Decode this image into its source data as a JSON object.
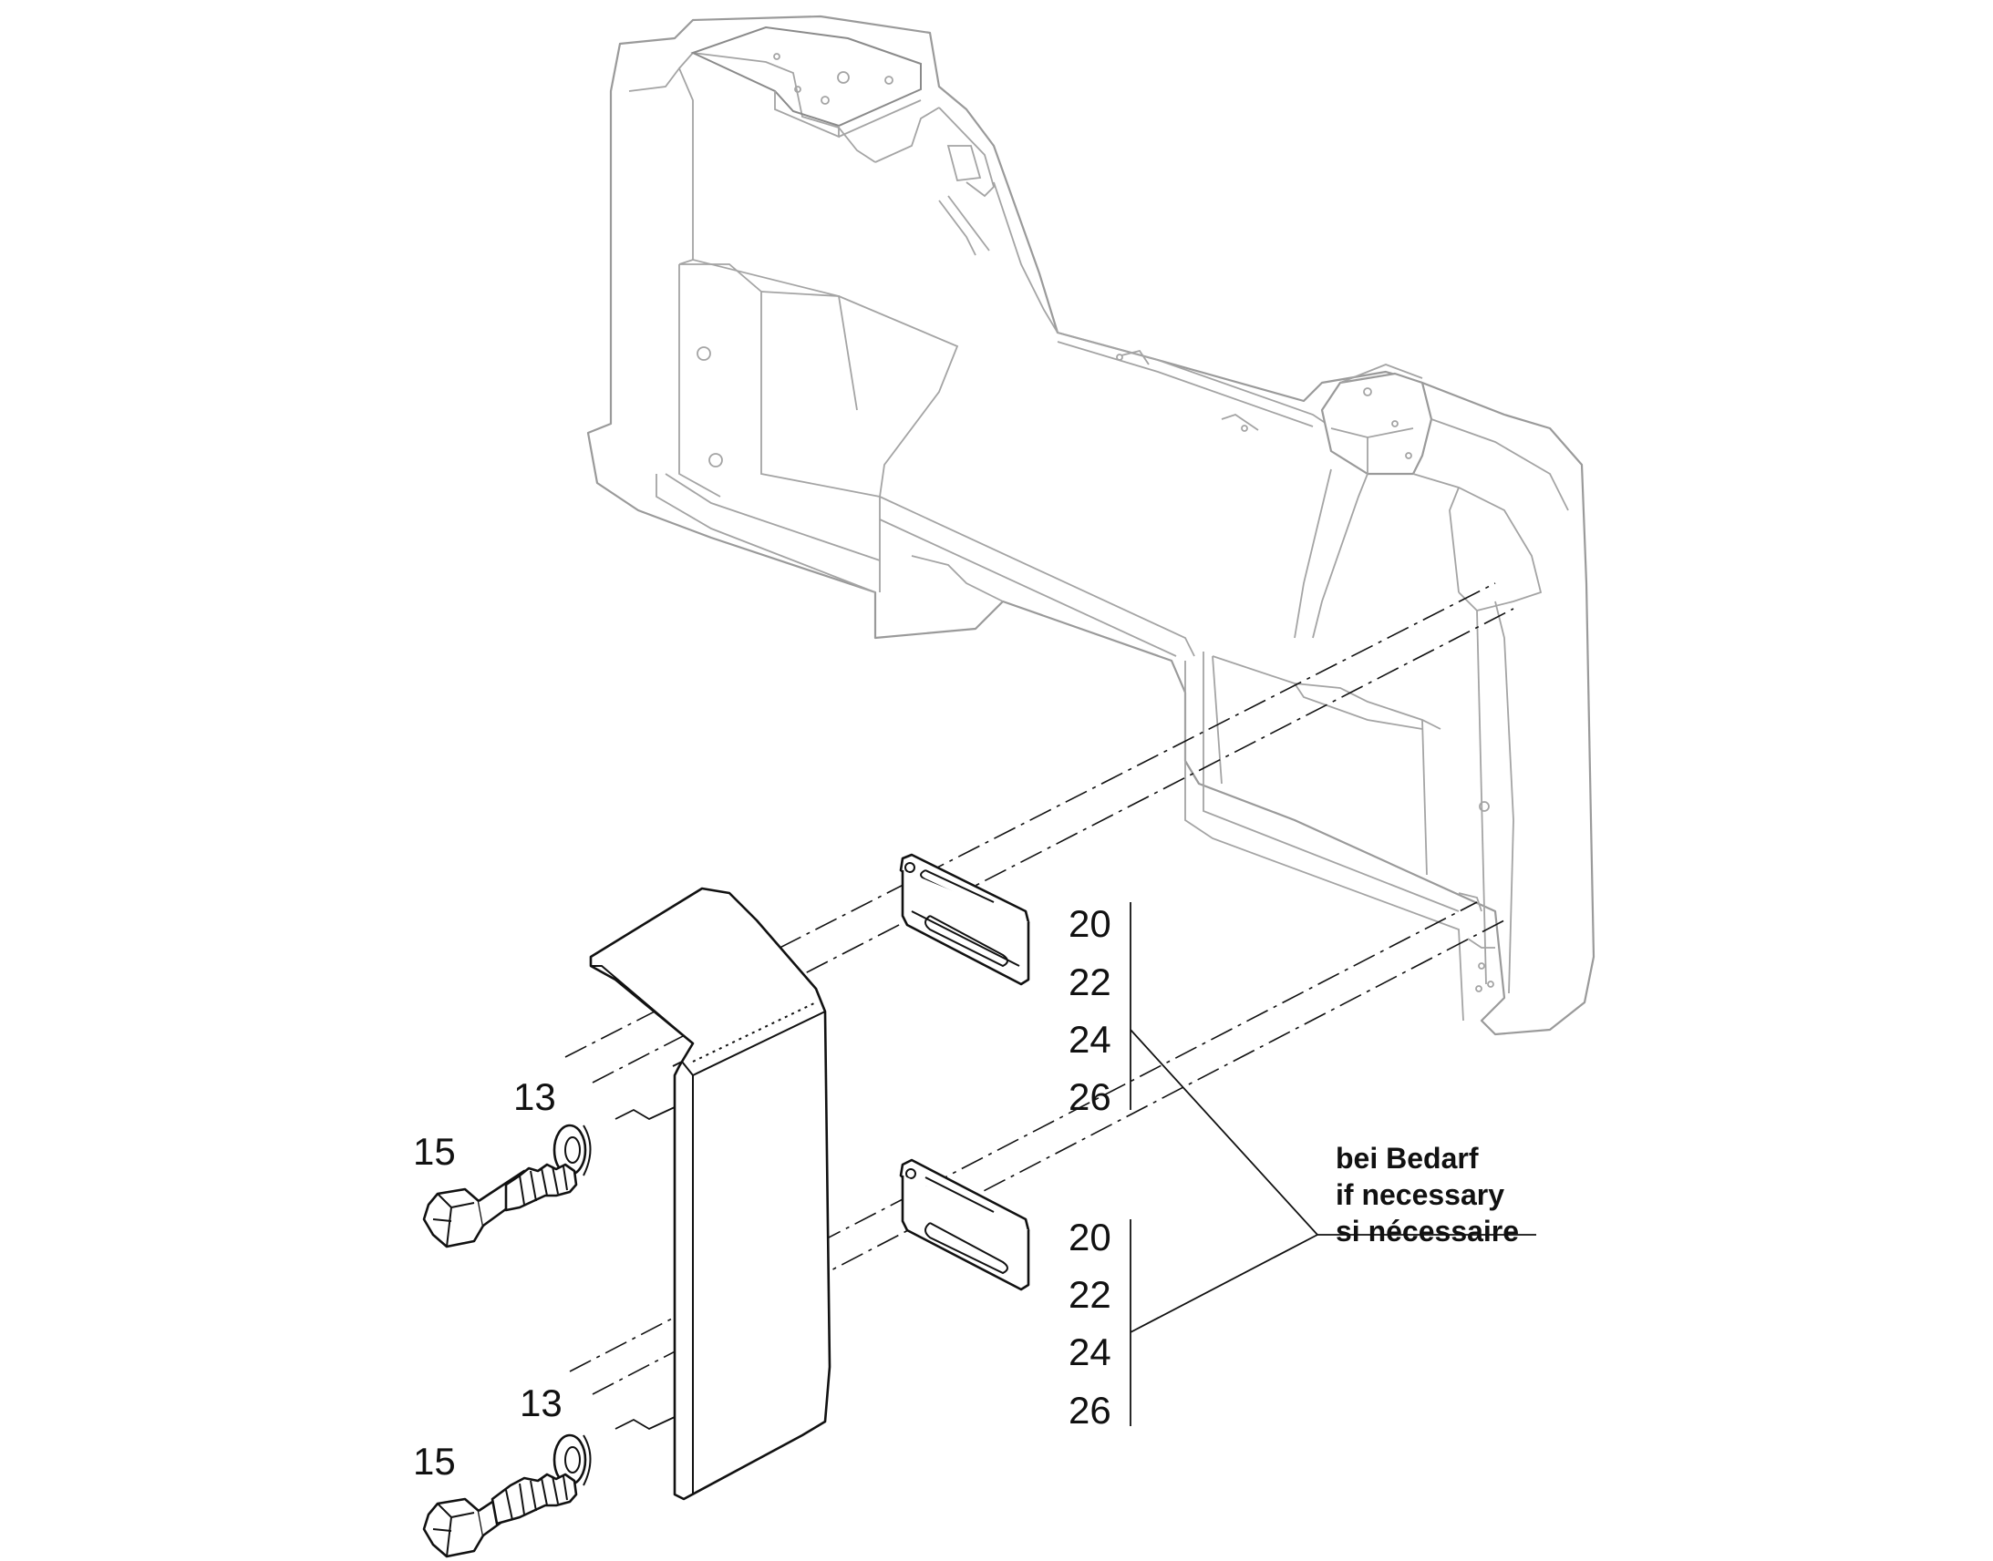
{
  "callouts": {
    "bolt_upper": "15",
    "washer_upper": "13",
    "bolt_lower": "15",
    "washer_lower": "13"
  },
  "shim_groups": [
    {
      "items": [
        "20",
        "22",
        "24",
        "26"
      ]
    },
    {
      "items": [
        "20",
        "22",
        "24",
        "26"
      ]
    }
  ],
  "note": {
    "line1": "bei Bedarf",
    "line2": "if necessary",
    "line3": "si nécessaire"
  }
}
